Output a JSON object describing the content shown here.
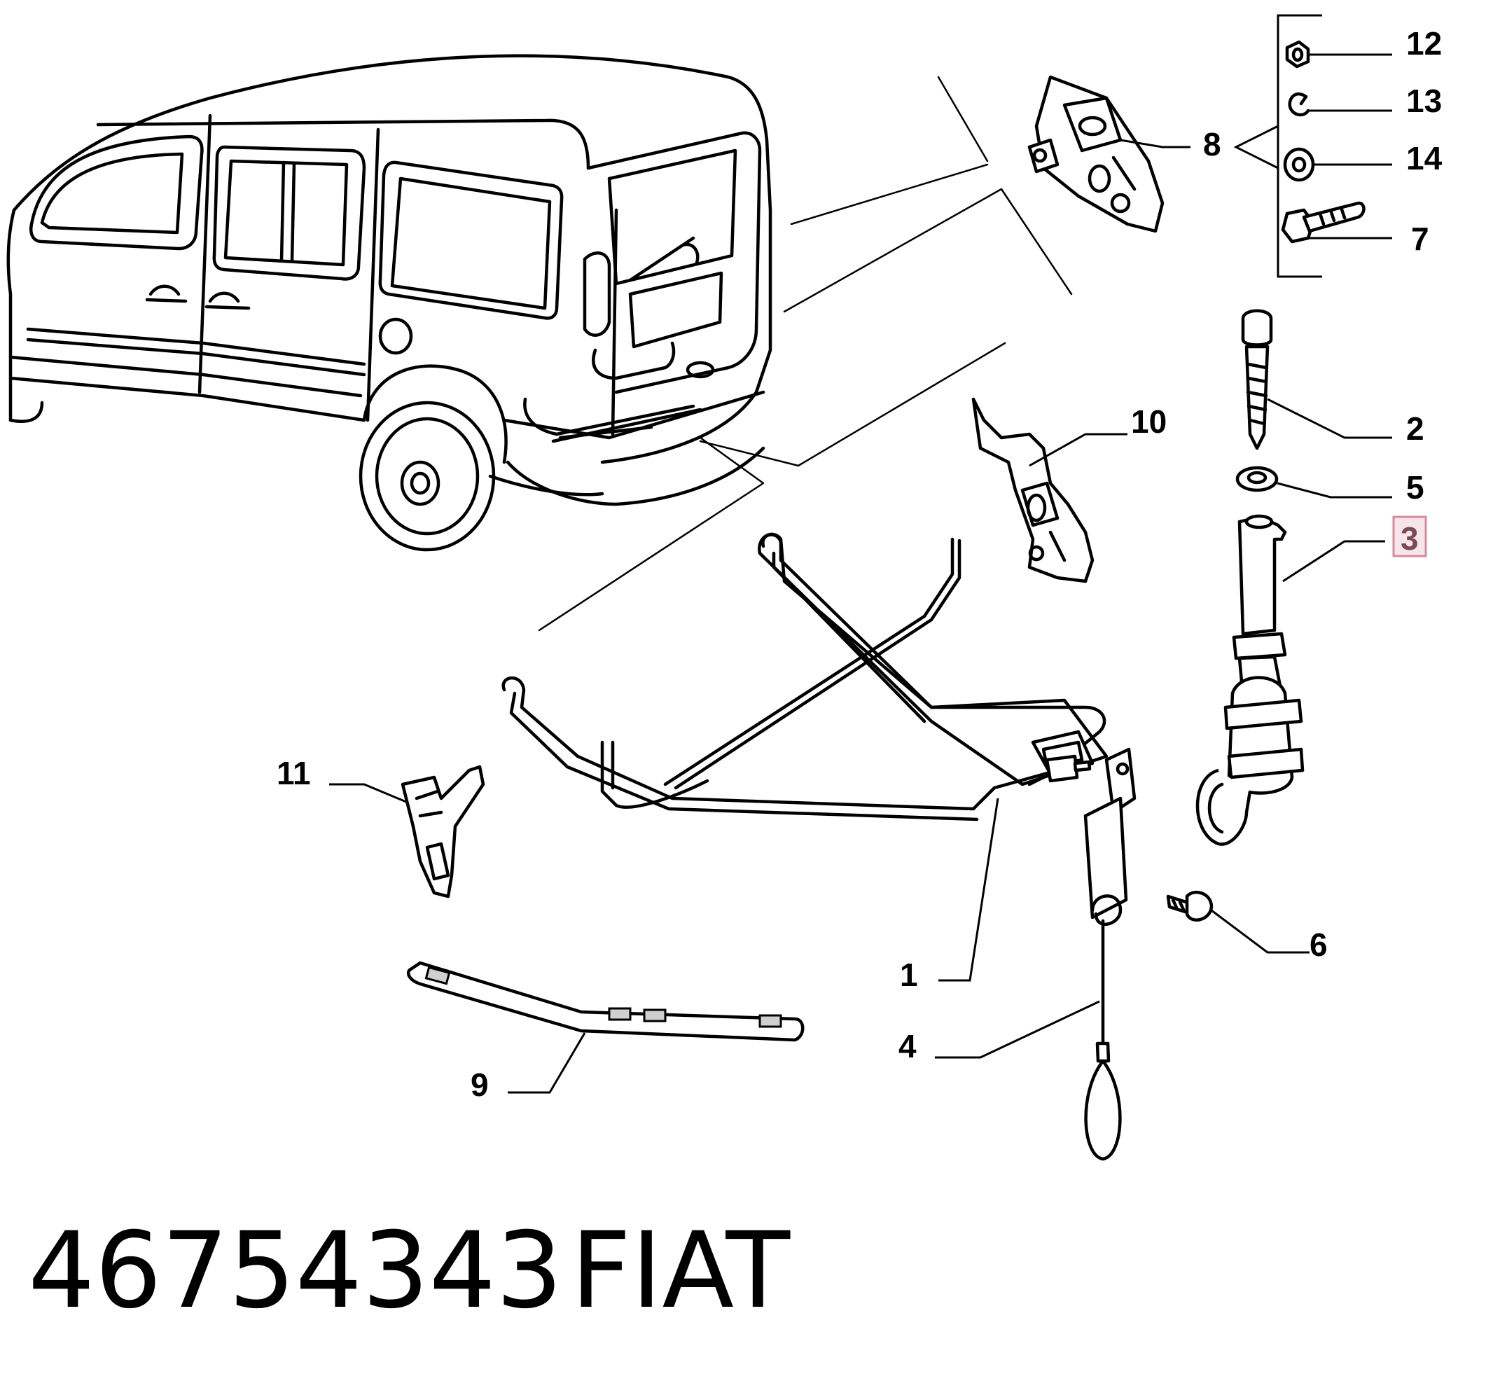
{
  "callouts": [
    {
      "id": "1",
      "label": "1"
    },
    {
      "id": "2",
      "label": "2"
    },
    {
      "id": "3",
      "label": "3",
      "highlighted": true
    },
    {
      "id": "4",
      "label": "4"
    },
    {
      "id": "5",
      "label": "5"
    },
    {
      "id": "6",
      "label": "6"
    },
    {
      "id": "7",
      "label": "7"
    },
    {
      "id": "8",
      "label": "8"
    },
    {
      "id": "9",
      "label": "9"
    },
    {
      "id": "10",
      "label": "10"
    },
    {
      "id": "11",
      "label": "11"
    },
    {
      "id": "12",
      "label": "12"
    },
    {
      "id": "13",
      "label": "13"
    },
    {
      "id": "14",
      "label": "14"
    }
  ],
  "footer": {
    "part_number": "46754343",
    "brand": "FIAT"
  },
  "colors": {
    "line": "#000000",
    "highlight_box": "#f6e6e9",
    "highlight_border": "#d98a98",
    "highlight_text": "#7a4a55"
  }
}
